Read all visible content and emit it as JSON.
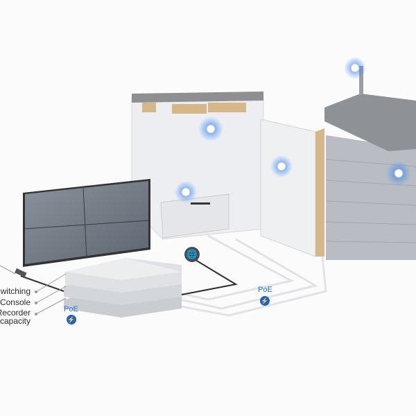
{
  "labels": {
    "switching": "witching",
    "console": "Console",
    "recorder": "Recorder",
    "capacity": "capacity"
  },
  "poe_left": {
    "label": "PoE",
    "icon": "lightning-bolt-icon"
  },
  "poe_right": {
    "label": "PoE",
    "icon": "lightning-bolt-icon"
  },
  "internet": {
    "icon": "globe-icon"
  },
  "colors": {
    "accent": "#1d63c9",
    "glow": "#3b8cff",
    "wall": "#eeeff1",
    "brick": "#b9bdc3",
    "roof": "#8e9297"
  }
}
